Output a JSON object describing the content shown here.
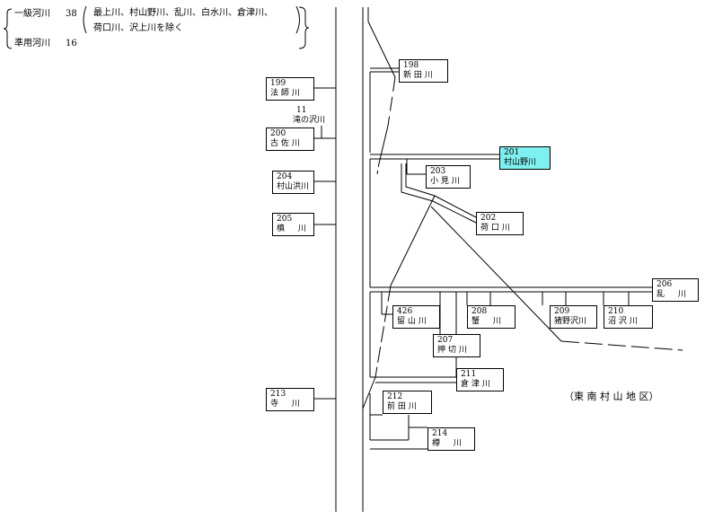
{
  "legend": {
    "class1_label": "一級河川",
    "class1_count": "38",
    "class1_note_1": "最上川、村山野川、乱川、白水川、倉津川、",
    "class1_note_2": "荷口川、沢上川を除く",
    "quasi_label": "準用河川",
    "quasi_count": "16"
  },
  "region_label": "（東 南 村 山 地 区）",
  "small_river": {
    "no": "11",
    "name": "滝の沢川"
  },
  "rivers": [
    {
      "id": "r198",
      "no": "198",
      "name": "新 田 川",
      "highlight": false
    },
    {
      "id": "r199",
      "no": "199",
      "name": "法 師 川",
      "highlight": false
    },
    {
      "id": "r200",
      "no": "200",
      "name": "古 佐 川",
      "highlight": false
    },
    {
      "id": "r201",
      "no": "201",
      "name": "村山野川",
      "highlight": true
    },
    {
      "id": "r203",
      "no": "203",
      "name": "小 見 川",
      "highlight": false
    },
    {
      "id": "r204",
      "no": "204",
      "name": "村山洪川",
      "highlight": false
    },
    {
      "id": "r202",
      "no": "202",
      "name": "荷 口 川",
      "highlight": false
    },
    {
      "id": "r205",
      "no": "205",
      "name": "槙 　 川",
      "highlight": false
    },
    {
      "id": "r206",
      "no": "206",
      "name": "乱 　 川",
      "highlight": false
    },
    {
      "id": "r426",
      "no": "426",
      "name": "留 山 川",
      "highlight": false
    },
    {
      "id": "r208",
      "no": "208",
      "name": "蟹 　 川",
      "highlight": false
    },
    {
      "id": "r209",
      "no": "209",
      "name": "猪野沢川",
      "highlight": false
    },
    {
      "id": "r210",
      "no": "210",
      "name": "沼 沢 川",
      "highlight": false
    },
    {
      "id": "r207",
      "no": "207",
      "name": "押 切 川",
      "highlight": false
    },
    {
      "id": "r211",
      "no": "211",
      "name": "倉 津 川",
      "highlight": false
    },
    {
      "id": "r213",
      "no": "213",
      "name": "寺 　 川",
      "highlight": false
    },
    {
      "id": "r212",
      "no": "212",
      "name": "前 田 川",
      "highlight": false
    },
    {
      "id": "r214",
      "no": "214",
      "name": "樽 　 川",
      "highlight": false
    }
  ]
}
